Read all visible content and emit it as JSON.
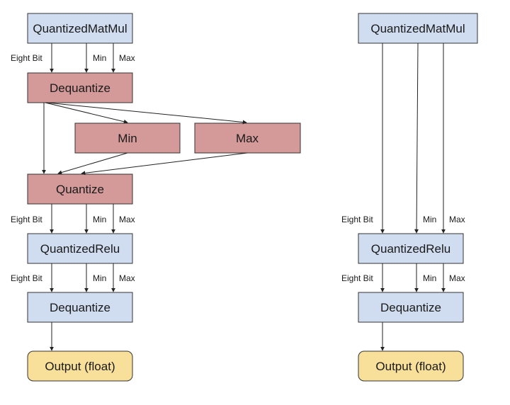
{
  "colors": {
    "quantized_fill": "#d0dcef",
    "float_op_fill": "#d49a9a",
    "output_fill": "#f8e09a",
    "stroke": "#333333",
    "edge": "#222222"
  },
  "left_graph": {
    "nodes": {
      "matmul": {
        "label": "QuantizedMatMul",
        "kind": "quantized"
      },
      "dequantize1": {
        "label": "Dequantize",
        "kind": "float_op"
      },
      "min": {
        "label": "Min",
        "kind": "float_op"
      },
      "max": {
        "label": "Max",
        "kind": "float_op"
      },
      "quantize": {
        "label": "Quantize",
        "kind": "float_op"
      },
      "relu": {
        "label": "QuantizedRelu",
        "kind": "quantized"
      },
      "dequantize2": {
        "label": "Dequantize",
        "kind": "quantized"
      },
      "output": {
        "label": "Output (float)",
        "kind": "output"
      }
    },
    "edge_labels": {
      "eight_bit": "Eight Bit",
      "min": "Min",
      "max": "Max"
    }
  },
  "right_graph": {
    "nodes": {
      "matmul": {
        "label": "QuantizedMatMul",
        "kind": "quantized"
      },
      "relu": {
        "label": "QuantizedRelu",
        "kind": "quantized"
      },
      "dequantize": {
        "label": "Dequantize",
        "kind": "quantized"
      },
      "output": {
        "label": "Output (float)",
        "kind": "output"
      }
    },
    "edge_labels": {
      "eight_bit": "Eight Bit",
      "min": "Min",
      "max": "Max"
    }
  }
}
